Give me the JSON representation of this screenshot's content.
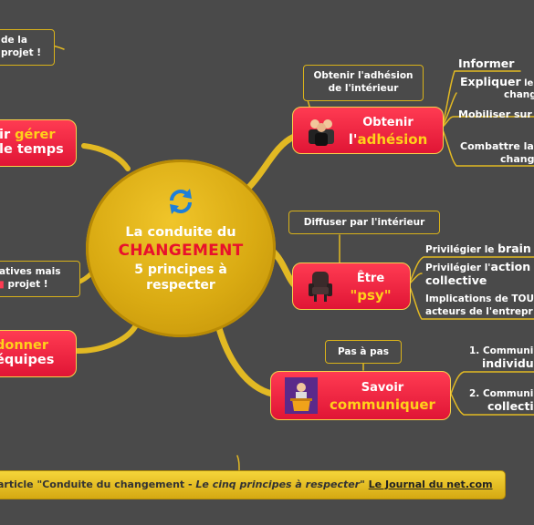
{
  "center": {
    "line1": "La conduite du",
    "line2": "CHANGEMENT",
    "line3": "5 principes à",
    "line4": "respecter",
    "icon": "refresh-cycle-icon"
  },
  "left_nodes": [
    {
      "text1": "de la",
      "text2": "projet !"
    },
    {
      "text1": "ir ",
      "hl": "gérer",
      "text2": "le temps"
    },
    {
      "text1": "atives mais",
      "text2a": "",
      "text2": "projet !"
    },
    {
      "hl": "donner",
      "text2": "équipes"
    }
  ],
  "branches": {
    "adhesion": {
      "label_plain": "Obtenir",
      "label_prefix": "l'",
      "label_hl": "adhésion",
      "icon": "people-group-icon",
      "note": [
        "Obtenir l'adhésion",
        "de l'intérieur"
      ],
      "leaves": [
        {
          "a": "Informer"
        },
        {
          "a": "Expliquer",
          "b": " le",
          "c": "chang"
        },
        {
          "a": "Mobiliser sur"
        },
        {
          "a": "Combattre la",
          "c": "chang"
        }
      ]
    },
    "psy": {
      "label_plain": "Être",
      "label_hl": "\"psy\"",
      "icon": "armchair-icon",
      "note": [
        "Diffuser par l'intérieur"
      ],
      "leaves": [
        {
          "a": "Privilégier le ",
          "b": "brain"
        },
        {
          "a": "Privilégier l'",
          "b": "action",
          "c": "collective"
        },
        {
          "a": "Implications de TOU",
          "c": "acteurs de l'entrepr"
        }
      ]
    },
    "communiquer": {
      "label_plain": "Savoir",
      "label_hl": "communiquer",
      "icon": "speaker-podium-icon",
      "note": [
        "Pas à pas"
      ],
      "leaves": [
        {
          "a": "1. Communi",
          "c": "individu"
        },
        {
          "a": "2. Communi",
          "c": "collecti"
        }
      ]
    }
  },
  "banner": {
    "prefix": "article \"Conduite du changement - ",
    "italic": "Le cinq principes à respecter",
    "suffix": "\" ",
    "link": "Le Journal du net.com"
  },
  "colors": {
    "background": "#4a4a4a",
    "branch_line": "#e2b923",
    "node_red": "#f0203f",
    "highlight": "#ffd11a",
    "center_gold": "#d9aa12"
  }
}
